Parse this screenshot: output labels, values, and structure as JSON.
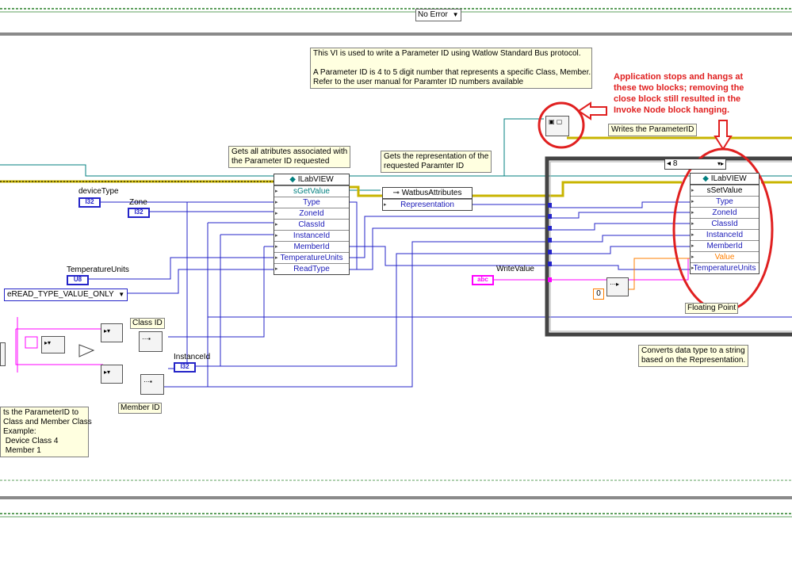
{
  "error_selector": "No Error",
  "notes": {
    "description": "This VI is used to write a Parameter ID using Watlow Standard Bus protocol.\n\nA Parameter ID is 4 to 5 digit number that represents a specific Class, Member.\nRefer to the user manual for Paramter ID numbers available",
    "get_attributes": "Gets all atributes associated with\nthe Parameter ID requested",
    "get_representation": "Gets the representation of the\nrequested Paramter ID",
    "writes": "Writes the ParameterID",
    "converts": "Converts data type to a string\nbased on the Representation.",
    "splits": "ts the ParameterID to\nClass and Member Class\nExample:\n Device Class 4\n Member 1"
  },
  "annotation": "Application stops and hangs at\nthese two blocks; removing the\nclose block still resulted in the\nInvoke Node block hanging.",
  "labels": {
    "device_type": "deviceType",
    "zone": "Zone",
    "temperature_units": "TemperatureUnits",
    "class_id": "Class ID",
    "member_id": "Member ID",
    "instance_id": "InstanceId",
    "write_value": "WriteValue",
    "floating_point": "Floating Point"
  },
  "terminals": {
    "i32": "I32",
    "u8": "U8",
    "abc": "abc"
  },
  "read_type_enum": "eREAD_TYPE_VALUE_ONLY",
  "get_node": {
    "header": "ILabVIEW",
    "method": "sGetValue",
    "params": [
      "Type",
      "ZoneId",
      "ClassId",
      "InstanceId",
      "MemberId",
      "TemperatureUnits",
      "ReadType"
    ]
  },
  "watbus_node": {
    "header": "WatbusAttributes",
    "property": "Representation"
  },
  "set_node": {
    "header": "ILabVIEW",
    "method": "sSetValue",
    "params": [
      "Type",
      "ZoneId",
      "ClassId",
      "InstanceId",
      "MemberId",
      "Value",
      "TemperatureUnits"
    ]
  },
  "case_selector": "8",
  "zero_constant": "0",
  "colors": {
    "annotation_red": "#e02020",
    "int_wire": "#2424c8",
    "string_wire": "#ff00ff",
    "ref_wire": "#007f7f",
    "error_wire": "#c8b400",
    "note_bg": "#ffffe0"
  }
}
